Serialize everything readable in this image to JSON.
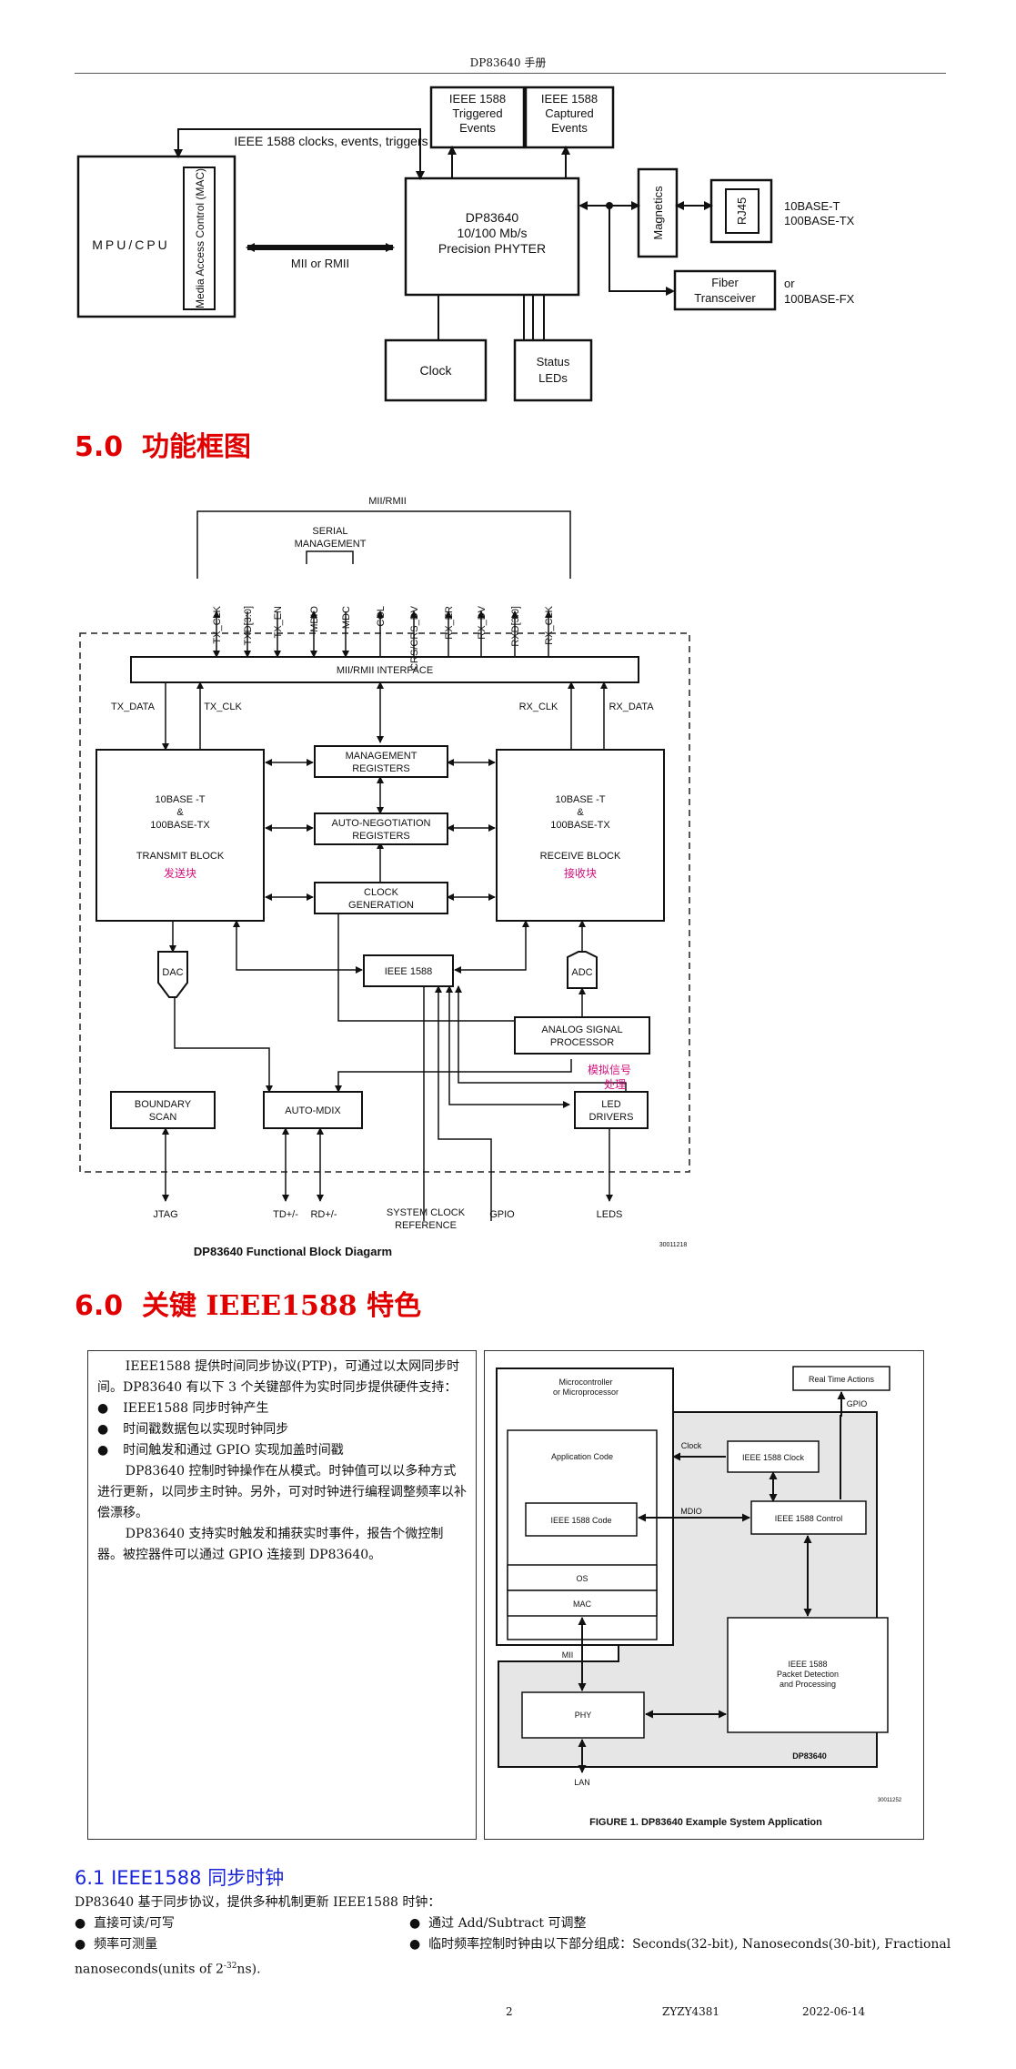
{
  "header": {
    "title": "DP83640 手册"
  },
  "fig1": {
    "triggered_events": [
      "IEEE 1588",
      "Triggered",
      "Events"
    ],
    "captured_events": [
      "IEEE 1588",
      "Captured",
      "Events"
    ],
    "clocks_label": "IEEE 1588 clocks, events, triggers",
    "mpu_cpu": "MPU/CPU",
    "mac_label": "Media Access Control (MAC)",
    "mii_rmii": "MII or RMII",
    "phy": [
      "DP83640",
      "10/100 Mb/s",
      "Precision PHYTER"
    ],
    "magnetics": "Magnetics",
    "rj45": "RJ45",
    "tenbase_t": "10BASE-T",
    "hundredbase_tx": "100BASE-TX",
    "fiber": [
      "Fiber",
      "Transceiver"
    ],
    "or": "or",
    "hundredbase_fx": "100BASE-FX",
    "clock": "Clock",
    "status_leds": [
      "Status",
      "LEDs"
    ]
  },
  "section5": {
    "number": "5.0",
    "title": "功能框图"
  },
  "fig2": {
    "mii_rmii_top": "MII/RMII",
    "serial_management": [
      "SERIAL",
      "MANAGEMENT"
    ],
    "pins": [
      "TX_CLK",
      "TXD[3:0]",
      "TX_EN",
      "MDIO",
      "MDC",
      "COL",
      "CRS/CRS_DV",
      "RX_ER",
      "RX_DV",
      "RXD[3:0]",
      "RX_CLK"
    ],
    "interface": "MII/RMII INTERFACE",
    "tx_data": "TX_DATA",
    "tx_clk": "TX_CLK",
    "rx_clk": "RX_CLK",
    "rx_data": "RX_DATA",
    "transmit_block": [
      "10BASE -T",
      "&",
      "100BASE-TX",
      "TRANSMIT BLOCK"
    ],
    "transmit_cn": "发送块",
    "receive_block": [
      "10BASE -T",
      "&",
      "100BASE-TX",
      "RECEIVE BLOCK"
    ],
    "receive_cn": "接收块",
    "mgmt_regs": [
      "MANAGEMENT",
      "REGISTERS"
    ],
    "autoneg_regs": [
      "AUTO-NEGOTIATION",
      "REGISTERS"
    ],
    "clock_gen": [
      "CLOCK",
      "GENERATION"
    ],
    "dac": "DAC",
    "adc": "ADC",
    "ieee1588": "IEEE 1588",
    "asp": [
      "ANALOG SIGNAL",
      "PROCESSOR"
    ],
    "asp_cn": [
      "模拟信号",
      "处理"
    ],
    "boundary_scan": [
      "BOUNDARY",
      "SCAN"
    ],
    "auto_mdix": "AUTO-MDIX",
    "led_drivers": [
      "LED",
      "DRIVERS"
    ],
    "jtag": "JTAG",
    "td": "TD+/-",
    "rd": "RD+/-",
    "sysclk": [
      "SYSTEM CLOCK",
      "REFERENCE"
    ],
    "gpio": "GPIO",
    "leds": "LEDS",
    "caption": "DP83640 Functional Block Diagarm",
    "code": "30011218"
  },
  "section6": {
    "number": "6.0",
    "title_cn": "关键",
    "title_en": "IEEE1588",
    "title_cn2": "特色"
  },
  "section6_text": {
    "p1": "IEEE1588 提供时间同步协议(PTP)，可通过以太网同步时间。DP83640 有以下 3 个关键部件为实时同步提供硬件支持：",
    "bullets": [
      "IEEE1588 同步时钟产生",
      "时间戳数据包以实现时钟同步",
      "时间触发和通过 GPIO 实现加盖时间戳"
    ],
    "p2": "DP83640 控制时钟操作在从模式。时钟值可以以多种方式进行更新，以同步主时钟。另外，可对时钟进行编程调整频率以补偿漂移。",
    "p3": "DP83640 支持实时触发和捕获实时事件，报告个微控制器。被控器件可以通过 GPIO 连接到 DP83640。"
  },
  "fig3": {
    "micro": [
      "Microcontroller",
      "or Microprocessor"
    ],
    "app_code": "Application Code",
    "code_1588": "IEEE 1588 Code",
    "os": "OS",
    "mac": "MAC",
    "real_time": "Real Time Actions",
    "gpio": "GPIO",
    "clock_lbl": "Clock",
    "clock_1588": "IEEE 1588 Clock",
    "mdio": "MDIO",
    "control_1588": "IEEE 1588 Control",
    "packet": [
      "IEEE 1588",
      "Packet Detection",
      "and Processing"
    ],
    "mii": "MII",
    "phy": "PHY",
    "dp83640": "DP83640",
    "lan": "LAN",
    "code": "30011252",
    "caption": "FIGURE 1. DP83640 Example System Application"
  },
  "section61": {
    "title": "6.1 IEEE1588 同步时钟",
    "intro": "DP83640 基于同步协议，提供多种机制更新 IEEE1588 时钟：",
    "left_bullets": [
      "直接可读/可写",
      "频率可测量"
    ],
    "right_bullets": [
      "通过 Add/Subtract 可调整",
      "临时频率控制时钟由以下部分组成：Seconds(32-bit), Nanoseconds(30-bit), Fractional"
    ],
    "continuation_prefix": "nanoseconds(units of 2",
    "continuation_sup": "-32",
    "continuation_suffix": "ns)."
  },
  "footer": {
    "page": "2",
    "code": "ZYZY4381",
    "date": "2022-06-14"
  }
}
